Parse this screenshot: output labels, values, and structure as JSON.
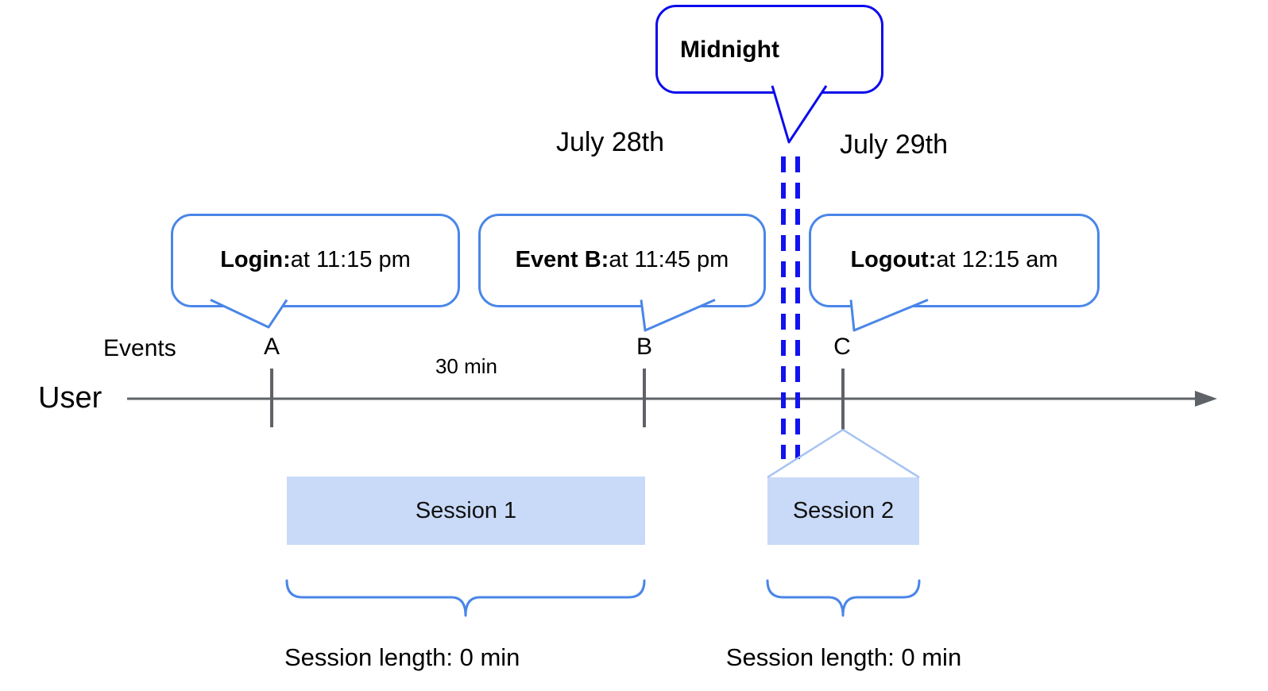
{
  "title": "User session timeline diagram",
  "colors": {
    "bubble_border": "#4a86e8",
    "midnight_border": "#0b0beb",
    "dash_blue": "#1212ee",
    "session_fill": "#c9daf8",
    "roof_line": "#a4c2f4",
    "axis_gray": "#5f6368"
  },
  "midnight_callout": {
    "label": "Midnight"
  },
  "dates": {
    "left": "July 28th",
    "right": "July 29th"
  },
  "callouts": [
    {
      "title": "Login:",
      "detail": " at 11:15 pm"
    },
    {
      "title": "Event B:",
      "detail": " at 11:45 pm"
    },
    {
      "title": "Logout:",
      "detail": " at 12:15 am"
    }
  ],
  "axis": {
    "events_label": "Events",
    "user_label": "User",
    "interval_label": "30 min",
    "event_markers": [
      "A",
      "B",
      "C"
    ]
  },
  "sessions": [
    {
      "label": "Session 1",
      "length_label": "Session length: 0 min"
    },
    {
      "label": "Session 2",
      "length_label": "Session length: 0 min"
    }
  ]
}
